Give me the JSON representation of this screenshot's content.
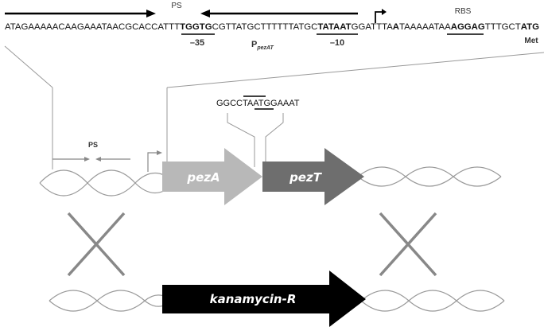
{
  "sequence": {
    "part1": "ATAGAAAAACAAGAAATAACGCACCATTT",
    "box35": "TGGTG",
    "part2": "CGTTATGCTTTTTTATGC",
    "box10": "TATAAT",
    "part3": "GGATTTA",
    "tss": "A",
    "part4": "TAAAAATAA",
    "rbs": "AGGAG",
    "part5": "TTTGCT",
    "start": "ATG"
  },
  "labels": {
    "ps_top": "PS",
    "minus35": "–35",
    "promoter_main": "P",
    "promoter_sub": "pezAT",
    "minus10": "–10",
    "rbs": "RBS",
    "met": "Met",
    "ps_mid": "PS",
    "junction_seq": "GGCCTAATGGAAAT"
  },
  "genes": {
    "pezA": "pezA",
    "pezT": "pezT",
    "kanamycin": "kanamycin-R"
  },
  "colors": {
    "pezA": "#b8b8b8",
    "pezT": "#6e6e6e",
    "kanamycin": "#000000",
    "dna_strand": "#999999",
    "crossover": "#888888"
  }
}
